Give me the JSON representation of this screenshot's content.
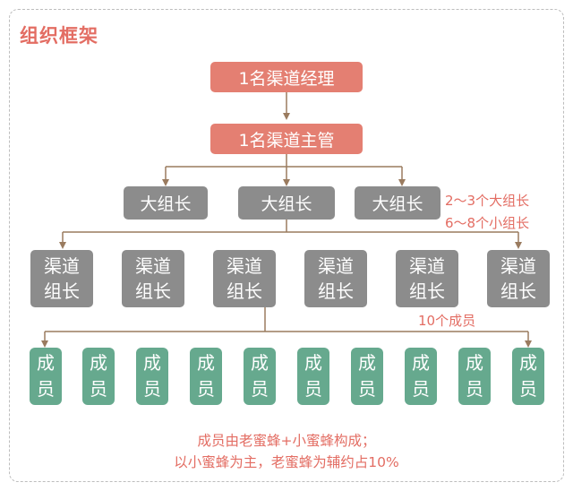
{
  "title": "组织框架",
  "manager": "1名渠道经理",
  "supervisor": "1名渠道主管",
  "big_leaders": [
    "大组长",
    "大组长",
    "大组长"
  ],
  "note_leaders": [
    "2～3个大组长",
    "6～8个小组长"
  ],
  "channel_leaders": [
    [
      "渠道",
      "组长"
    ],
    [
      "渠道",
      "组长"
    ],
    [
      "渠道",
      "组长"
    ],
    [
      "渠道",
      "组长"
    ],
    [
      "渠道",
      "组长"
    ],
    [
      "渠道",
      "组长"
    ]
  ],
  "note_members": "10个成员",
  "members": [
    [
      "成",
      "员"
    ],
    [
      "成",
      "员"
    ],
    [
      "成",
      "员"
    ],
    [
      "成",
      "员"
    ],
    [
      "成",
      "员"
    ],
    [
      "成",
      "员"
    ],
    [
      "成",
      "员"
    ],
    [
      "成",
      "员"
    ],
    [
      "成",
      "员"
    ],
    [
      "成",
      "员"
    ]
  ],
  "footer": [
    "成员由老蜜蜂+小蜜蜂构成；",
    "以小蜜蜂为主，老蜜蜂为辅约占10%"
  ],
  "colors": {
    "accent": "#e36d63",
    "red_box": "#e47f72",
    "gray_box": "#8c8c8c",
    "green_box": "#66a98e",
    "line": "#9a7b5f"
  }
}
